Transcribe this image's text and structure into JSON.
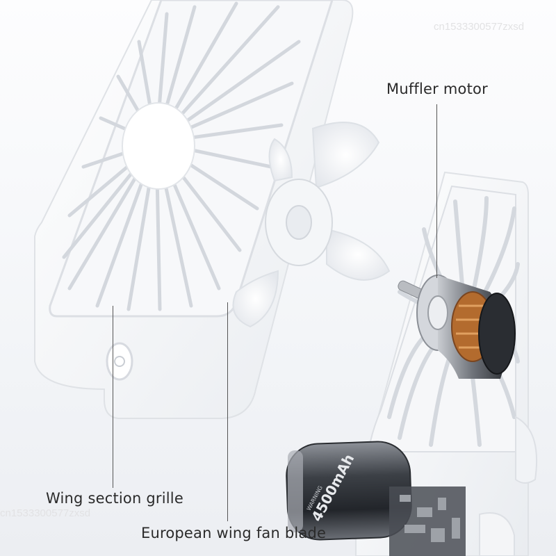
{
  "labels": {
    "muffler_motor": "Muffler motor",
    "wing_section_grille": "Wing section grille",
    "european_wing_fan_blade": "European wing fan blade"
  },
  "battery": {
    "capacity": "4500mAh",
    "warning": "WARNING"
  },
  "watermark": {
    "top": "cn1533300577zxsd",
    "bottom": "cn1533300577zxsd"
  },
  "colors": {
    "background": "#f3f5f8",
    "fan_body": "#ffffff",
    "battery": "#3a3d42",
    "motor_copper": "#c07a3a",
    "label_text": "#2a2a2a"
  }
}
